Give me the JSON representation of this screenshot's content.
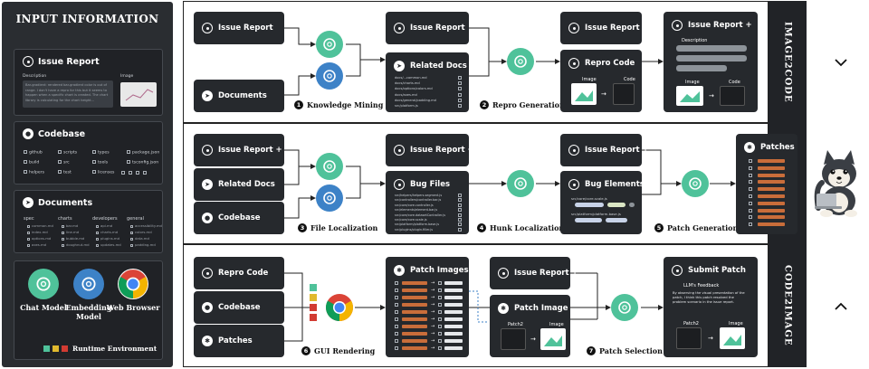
{
  "input_panel": {
    "title": "INPUT INFORMATION",
    "issue_report": {
      "title": "Issue Report",
      "description_label": "Description",
      "image_label": "Image",
      "description_text": "Bar-gradient: rendered bar-gradient color is out of range. I don't have a repro for this but it seems to happen when a specific chart is created. The chart library is calculating for the chart height..."
    },
    "codebase": {
      "title": "Codebase",
      "files": [
        "github",
        "scripts",
        "types",
        "package.json",
        "build",
        "src",
        "tools",
        "tsconfig.json",
        "helpers",
        "test",
        "licenses"
      ]
    },
    "documents": {
      "title": "Documents",
      "columns": [
        {
          "name": "spec",
          "files": [
            "common.md",
            "index.md",
            "options.md",
            "axes.md"
          ]
        },
        {
          "name": "charts",
          "files": [
            "bar.md",
            "line.md",
            "bubble.md",
            "doughnut.md"
          ]
        },
        {
          "name": "developers",
          "files": [
            "api.md",
            "charts.md",
            "plugins.md",
            "updates.md"
          ]
        },
        {
          "name": "general",
          "files": [
            "accessibility.md",
            "colors.md",
            "data.md",
            "padding.md"
          ]
        }
      ]
    },
    "tools": [
      {
        "name": "Chat Model",
        "icon": "openai-icon",
        "color": "#4fc29a"
      },
      {
        "name": "Embedding Model",
        "icon": "openai-icon",
        "color": "#3d82c7"
      },
      {
        "name": "Web Browser",
        "icon": "chrome-icon",
        "color": "#ffffff"
      }
    ],
    "runtime_label": "Runtime Environment"
  },
  "bands": {
    "top": "IMAGE2CODE",
    "bottom": "CODE2IMAGE"
  },
  "stage1": {
    "inputs": [
      "Issue Report",
      "Documents"
    ],
    "related_docs": {
      "title": "Related Docs",
      "files": [
        "docs/...common.md",
        "docs/charts.md",
        "docs/options/colors.md",
        "docs/axes.md",
        "docs/general/padding.md",
        "src/platform.js"
      ]
    },
    "step1": {
      "num": "1",
      "label": "Knowledge Mining"
    },
    "issue_report_mid": "Issue Report",
    "repro_code": {
      "title": "Repro Code",
      "image_label": "Image",
      "code_label": "Code"
    },
    "step2": {
      "num": "2",
      "label": "Repro Generation"
    },
    "issue_report_plus": {
      "title": "Issue Report +",
      "description_label": "Description",
      "image_label": "Image",
      "code_label": "Code"
    }
  },
  "stage2": {
    "inputs": [
      "Issue Report +",
      "Related Docs",
      "Codebase"
    ],
    "bug_files": {
      "title": "Bug Files",
      "files": [
        "src/helpers/helpers.segment.js",
        "src/controllers/controller.bar.js",
        "src/core/core.controller.js",
        "src/elements/element.bar.js",
        "src/core/core.datasetController.js",
        "src/core/core.scale.js",
        "src/platform/platform.base.js",
        "src/plugins/plugin.filler.js"
      ]
    },
    "step3": {
      "num": "3",
      "label": "File Localization"
    },
    "issue_report_plus_mid": "Issue Report +",
    "bug_elements": {
      "title": "Bug Elements",
      "file_a": "src/core/core.scale.js",
      "file_b": "src/platform/platform.base.js"
    },
    "step4": {
      "num": "4",
      "label": "Hunk Localization"
    },
    "step5": {
      "num": "5",
      "label": "Patch Generation"
    },
    "patches": {
      "title": "Patches",
      "count": 10
    }
  },
  "stage3": {
    "inputs": [
      "Repro Code",
      "Codebase",
      "Patches"
    ],
    "step6": {
      "num": "6",
      "label": "GUI Rendering"
    },
    "patch_images": {
      "title": "Patch Images",
      "count": 10
    },
    "issue_report_plus": "Issue Report +",
    "patch_image": {
      "title": "Patch Image",
      "patch_label": "Patch2",
      "image_label": "Image"
    },
    "step7": {
      "num": "7",
      "label": "Patch Selection"
    },
    "submit": {
      "title": "Submit Patch",
      "feedback_label": "LLM's Feedback",
      "feedback_text": "By observing the visual presentation of the patch, I think this patch resolved the problem scenario in the issue report.",
      "patch_label": "Patch2",
      "image_label": "Image"
    }
  },
  "colors": {
    "dark": "#26292d",
    "panel": "#2a2d31",
    "openai_green": "#4fc29a",
    "openai_blue": "#3d82c7",
    "patch_orange": "#c96d3a"
  }
}
